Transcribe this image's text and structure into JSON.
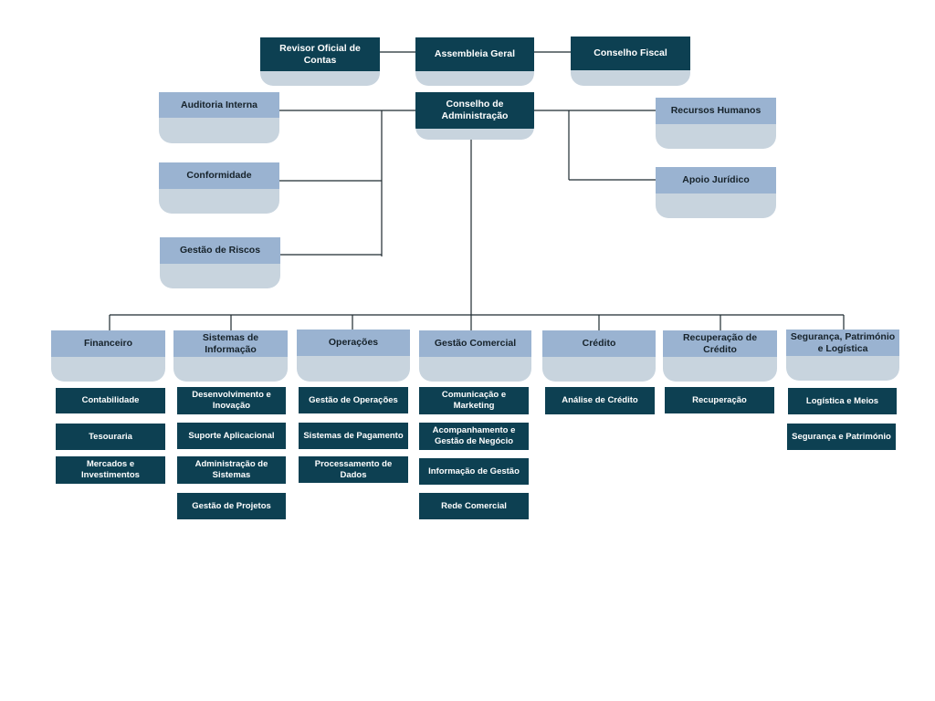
{
  "governance": {
    "revisor": "Revisor Oficial de Contas",
    "assembleia": "Assembleia Geral",
    "fiscal": "Conselho Fiscal",
    "conselho_admin": "Conselho de Administração"
  },
  "left_units": {
    "auditoria": "Auditoria Interna",
    "conformidade": "Conformidade",
    "riscos": "Gestão de Riscos"
  },
  "right_units": {
    "rh": "Recursos Humanos",
    "juridico": "Apoio Jurídico"
  },
  "departments": [
    {
      "name": "Financeiro",
      "subs": [
        "Contabilidade",
        "Tesouraria",
        "Mercados e Investimentos"
      ]
    },
    {
      "name": "Sistemas de Informação",
      "subs": [
        "Desenvolvimento e Inovação",
        "Suporte Aplicacional",
        "Administração de Sistemas",
        "Gestão de Projetos"
      ]
    },
    {
      "name": "Operações",
      "subs": [
        "Gestão de Operações",
        "Sistemas de Pagamento",
        "Processamento de Dados"
      ]
    },
    {
      "name": "Gestão Comercial",
      "subs": [
        "Comunicação e Marketing",
        "Acompanhamento e Gestão de Negócio",
        "Informação de Gestão",
        "Rede Comercial"
      ]
    },
    {
      "name": "Crédito",
      "subs": [
        "Análise de Crédito"
      ]
    },
    {
      "name": "Recuperação de Crédito",
      "subs": [
        "Recuperação"
      ]
    },
    {
      "name": "Segurança, Património e Logística",
      "subs": [
        "Logística e Meios",
        "Segurança e Património"
      ]
    }
  ],
  "colors": {
    "dark": "#0d4052",
    "light_header": "#9ab3d1",
    "tab": "#c8d4de",
    "line": "#1e2a30"
  }
}
